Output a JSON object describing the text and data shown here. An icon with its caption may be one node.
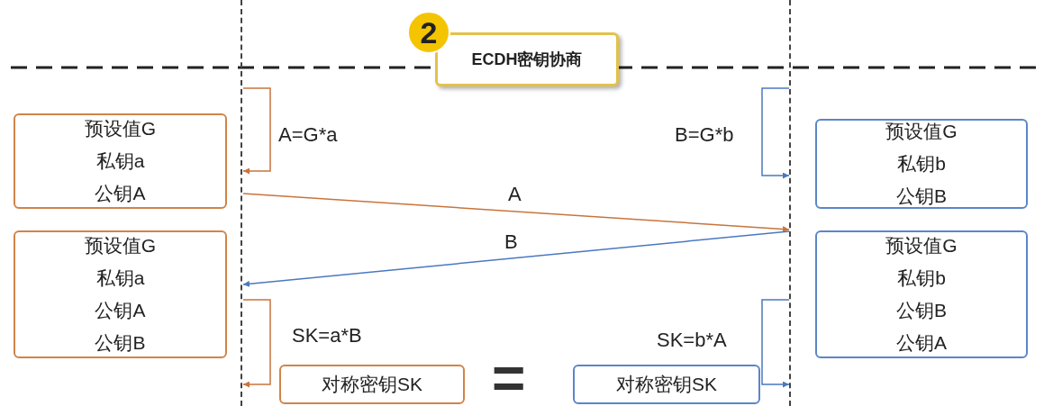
{
  "diagram": {
    "nodes": [
      {
        "text": [
          "2"
        ]
      },
      {
        "text": [
          "ECDH密钥协商"
        ]
      },
      {
        "text": [],
        "shape": "line"
      },
      {
        "text": [],
        "shape": "line"
      },
      {
        "text": [
          "预设值G",
          "私钥a",
          "公钥A"
        ]
      },
      {
        "text": [
          "预设值G",
          "私钥b",
          "公钥B"
        ]
      },
      {
        "text": [
          "预设值G",
          "私钥a",
          "公钥A",
          "公钥B"
        ]
      },
      {
        "text": [
          "预设值G",
          "私钥b",
          "公钥B",
          "公钥A"
        ]
      },
      {
        "text": [
          "对称密钥SK"
        ]
      },
      {
        "text": [
          "对称密钥SK"
        ]
      }
    ],
    "edges": [
      {
        "from": 2,
        "to": 2,
        "arrow": "to",
        "label": "A=G*a",
        "color": "#c8743c"
      },
      {
        "from": 3,
        "to": 3,
        "arrow": "to",
        "label": "B=G*b",
        "color": "#4a78c0"
      },
      {
        "from": 2,
        "to": 3,
        "arrow": "to",
        "label": "A",
        "color": "#c8743c"
      },
      {
        "from": 3,
        "to": 2,
        "arrow": "to",
        "label": "B",
        "color": "#4a78c0"
      },
      {
        "from": 2,
        "to": 2,
        "arrow": "to",
        "label": "SK=a*B",
        "color": "#c8743c"
      },
      {
        "from": 3,
        "to": 3,
        "arrow": "to",
        "label": "SK=b*A",
        "color": "#4a78c0"
      }
    ],
    "labels": [
      "="
    ]
  }
}
